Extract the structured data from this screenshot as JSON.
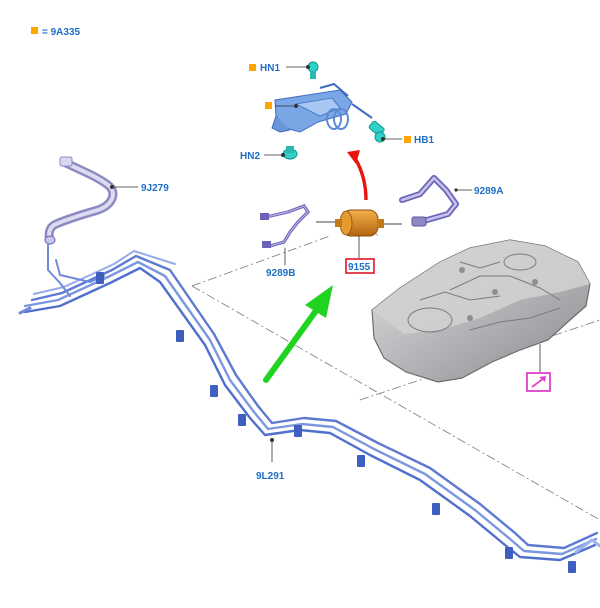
{
  "legend": {
    "text": "= 9A335"
  },
  "labels": {
    "hn1": "HN1",
    "hn2": "HN2",
    "hb1": "HB1",
    "bracket_label": "9J279",
    "line_label": "9L291",
    "clip_a": "9289A",
    "clip_b": "9289B",
    "filter": "9155"
  },
  "colors": {
    "label": "#1f6fc6",
    "marker": "#ffa500",
    "highlight_box": "#e0152a",
    "tank_icon": "#e040c8",
    "arrow_red": "#e8150d",
    "arrow_green": "#21d321",
    "pipe": "#5b7fd6",
    "pipe_light": "#9db4ee",
    "clip": "#6a63b8",
    "filter": "#d4861e",
    "hose": "#9e9bd1",
    "tank": "#b7b7b9",
    "fastener": "#2fd0c8",
    "bracket": "#6a95d8"
  },
  "icons": {
    "legend_marker": "square-marker",
    "tank_icon": "fuel-tank-arrow-icon"
  }
}
